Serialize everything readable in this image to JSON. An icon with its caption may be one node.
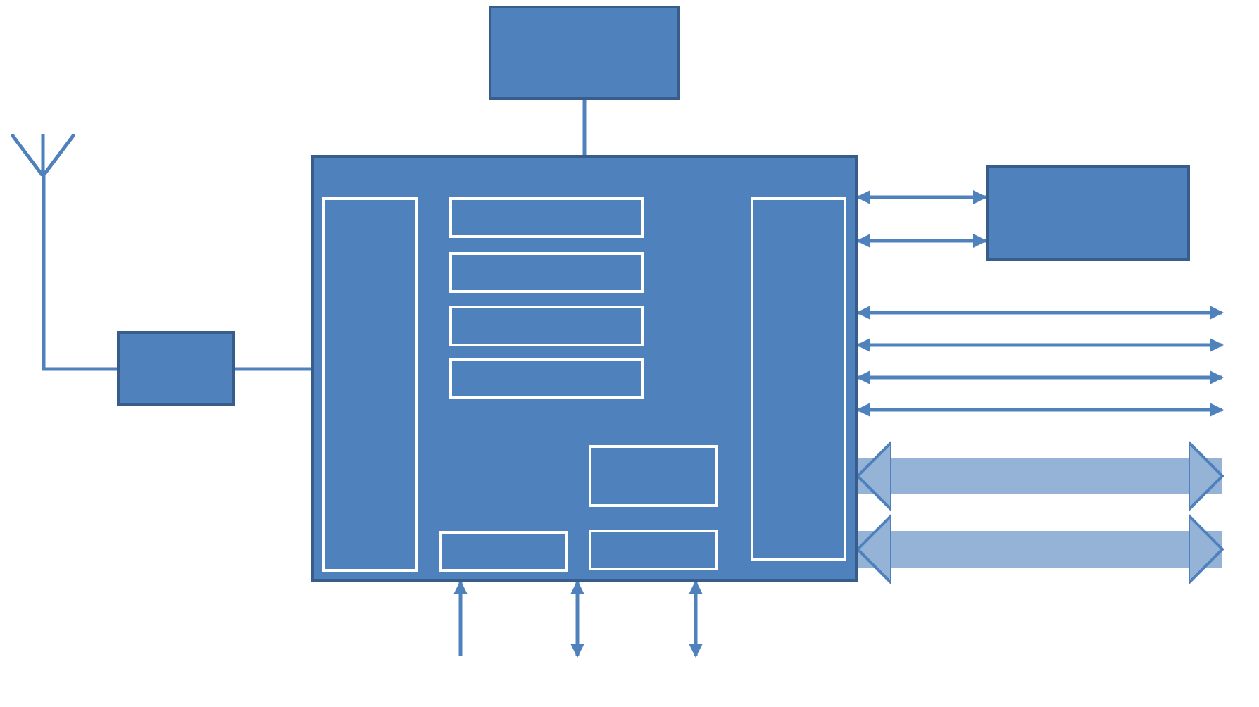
{
  "diagram": {
    "nodes": [
      {
        "text": [],
        "shape": "box"
      },
      {
        "text": [],
        "shape": "antenna"
      },
      {
        "text": [],
        "shape": "box"
      },
      {
        "text": [],
        "shape": "box"
      },
      {
        "text": [],
        "shape": "box",
        "in": 3
      },
      {
        "text": [],
        "shape": "box",
        "in": 3
      },
      {
        "text": [],
        "shape": "box",
        "in": 3
      },
      {
        "text": [],
        "shape": "box",
        "in": 3
      },
      {
        "text": [],
        "shape": "box",
        "in": 3
      },
      {
        "text": [],
        "shape": "box",
        "in": 3
      },
      {
        "text": [],
        "shape": "box",
        "in": 3
      },
      {
        "text": [],
        "shape": "box",
        "in": 3
      },
      {
        "text": [],
        "shape": "box",
        "in": 3
      },
      {
        "text": [],
        "shape": "box"
      }
    ],
    "edges": [
      {
        "from": 0,
        "to": 3,
        "arrow": "none"
      },
      {
        "from": 1,
        "to": 2,
        "arrow": "none"
      },
      {
        "from": 2,
        "to": 3,
        "arrow": "none"
      },
      {
        "from": 3,
        "to": 13,
        "arrow": "both"
      },
      {
        "from": 3,
        "to": 13,
        "arrow": "both"
      },
      {
        "from": 3,
        "to": null,
        "arrow": "both"
      },
      {
        "from": 3,
        "to": null,
        "arrow": "both"
      },
      {
        "from": 3,
        "to": null,
        "arrow": "both"
      },
      {
        "from": 3,
        "to": null,
        "arrow": "both"
      },
      {
        "from": 3,
        "to": null,
        "arrow": "both",
        "style": "thick",
        "color": "#95b3d7"
      },
      {
        "from": 3,
        "to": null,
        "arrow": "both",
        "style": "thick",
        "color": "#95b3d7"
      },
      {
        "from": null,
        "to": 3,
        "arrow": "to"
      },
      {
        "from": 3,
        "to": null,
        "arrow": "both"
      },
      {
        "from": 3,
        "to": null,
        "arrow": "both"
      }
    ]
  }
}
